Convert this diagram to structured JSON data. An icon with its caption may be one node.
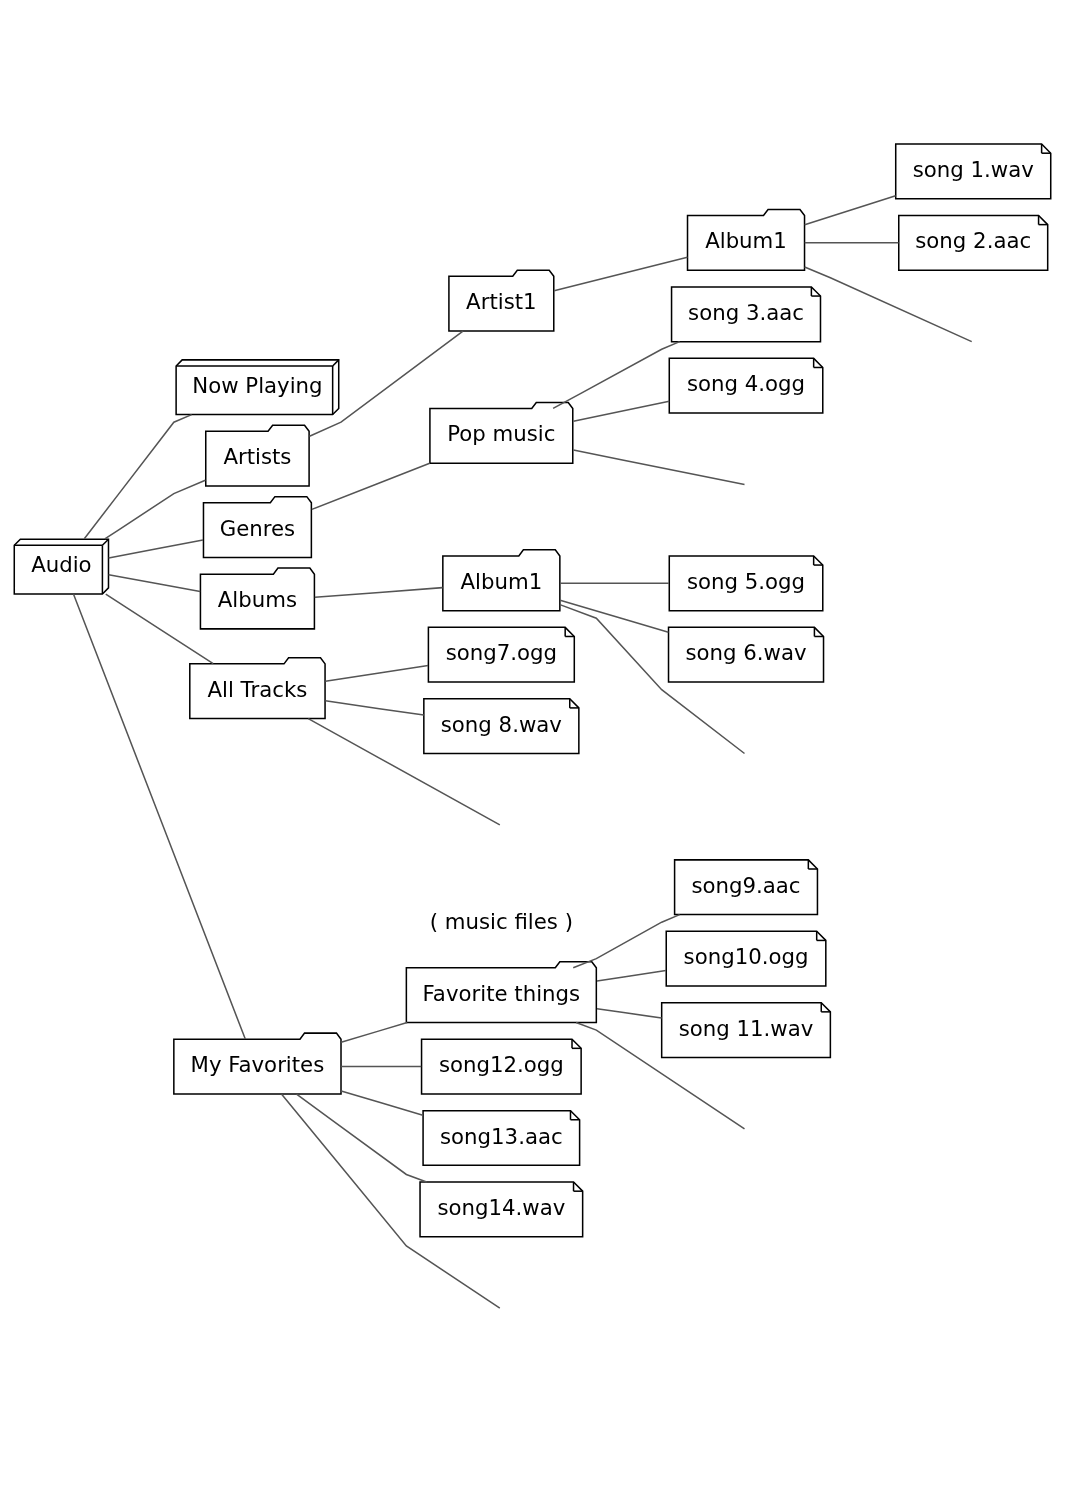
{
  "diagram": {
    "nodes": [
      {
        "text": [
          "Audio"
        ]
      },
      {
        "text": [
          "Now Playing"
        ]
      },
      {
        "text": [
          "Artists"
        ]
      },
      {
        "text": [
          "Artist1"
        ]
      },
      {
        "text": [
          "Album1"
        ]
      },
      {
        "text": [
          "song 1.wav"
        ]
      },
      {
        "text": [
          "song 2.aac"
        ]
      },
      {
        "text": [
          "Genres"
        ]
      },
      {
        "text": [
          "Pop music"
        ]
      },
      {
        "text": [
          "song 3.aac"
        ]
      },
      {
        "text": [
          "song 4.ogg"
        ]
      },
      {
        "text": [
          "Albums"
        ]
      },
      {
        "text": [
          "Album1"
        ]
      },
      {
        "text": [
          "song 5.ogg"
        ]
      },
      {
        "text": [
          "song 6.wav"
        ]
      },
      {
        "text": [
          "All Tracks"
        ]
      },
      {
        "text": [
          "song7.ogg"
        ]
      },
      {
        "text": [
          "song 8.wav"
        ]
      },
      {
        "text": [
          "My Favorites"
        ]
      },
      {
        "text": [
          "Favorite things"
        ]
      },
      {
        "text": [
          "song9.aac"
        ]
      },
      {
        "text": [
          "song10.ogg"
        ]
      },
      {
        "text": [
          "song 11.wav"
        ]
      },
      {
        "text": [
          "song12.ogg"
        ]
      },
      {
        "text": [
          "song13.aac"
        ]
      },
      {
        "text": [
          "song14.wav"
        ]
      }
    ],
    "edges": [
      {
        "from": 0,
        "to": 1,
        "arrow": "none"
      },
      {
        "from": 0,
        "to": 2,
        "arrow": "none"
      },
      {
        "from": 0,
        "to": 7,
        "arrow": "none"
      },
      {
        "from": 0,
        "to": 11,
        "arrow": "none"
      },
      {
        "from": 0,
        "to": 15,
        "arrow": "none"
      },
      {
        "from": 0,
        "to": 18,
        "arrow": "none"
      },
      {
        "from": 2,
        "to": 3,
        "arrow": "none"
      },
      {
        "from": 3,
        "to": 4,
        "arrow": "none"
      },
      {
        "from": 4,
        "to": 5,
        "arrow": "none"
      },
      {
        "from": 4,
        "to": 6,
        "arrow": "none"
      },
      {
        "from": 4,
        "to": null,
        "arrow": "none"
      },
      {
        "from": 7,
        "to": 8,
        "arrow": "none"
      },
      {
        "from": 8,
        "to": 9,
        "arrow": "none"
      },
      {
        "from": 8,
        "to": 10,
        "arrow": "none"
      },
      {
        "from": 8,
        "to": null,
        "arrow": "none"
      },
      {
        "from": 11,
        "to": 12,
        "arrow": "none"
      },
      {
        "from": 12,
        "to": 13,
        "arrow": "none"
      },
      {
        "from": 12,
        "to": 14,
        "arrow": "none"
      },
      {
        "from": 12,
        "to": null,
        "arrow": "none"
      },
      {
        "from": 15,
        "to": 16,
        "arrow": "none"
      },
      {
        "from": 15,
        "to": 17,
        "arrow": "none"
      },
      {
        "from": 15,
        "to": null,
        "arrow": "none"
      },
      {
        "from": 18,
        "to": 19,
        "arrow": "none"
      },
      {
        "from": 19,
        "to": 20,
        "arrow": "none"
      },
      {
        "from": 19,
        "to": 21,
        "arrow": "none"
      },
      {
        "from": 19,
        "to": 22,
        "arrow": "none"
      },
      {
        "from": 19,
        "to": null,
        "arrow": "none"
      },
      {
        "from": 18,
        "to": 23,
        "arrow": "none"
      },
      {
        "from": 18,
        "to": 24,
        "arrow": "none"
      },
      {
        "from": 18,
        "to": 25,
        "arrow": "none"
      },
      {
        "from": 18,
        "to": null,
        "arrow": "none"
      }
    ],
    "labels": [
      "( music files )"
    ]
  }
}
